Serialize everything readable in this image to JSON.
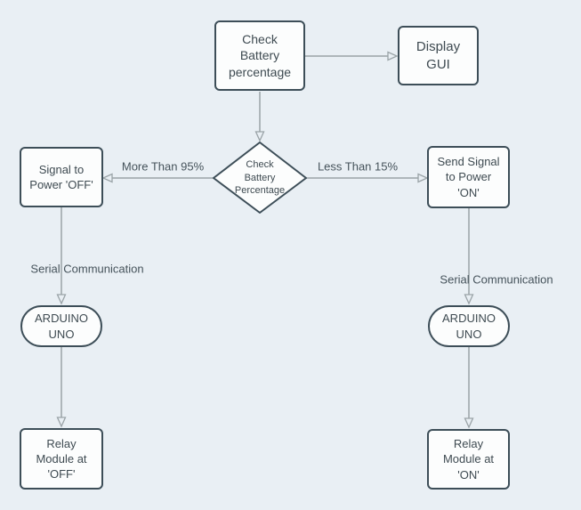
{
  "colors": {
    "background": "#e9eff4",
    "node_fill": "#fcfdfd",
    "node_border": "#3d4e58",
    "node_text": "#3e4a51",
    "connector": "#9aa3a7",
    "edge_label_text": "#46535b"
  },
  "nodes": {
    "check_battery": {
      "label": "Check\nBattery\npercentage"
    },
    "display_gui": {
      "label": "Display\nGUI"
    },
    "decision": {
      "label": "Check\nBattery\nPercentage"
    },
    "signal_off": {
      "label": "Signal to\nPower 'OFF'"
    },
    "send_on": {
      "label": "Send Signal\nto Power\n'ON'"
    },
    "arduino_left": {
      "label": "ARDUINO\nUNO"
    },
    "arduino_right": {
      "label": "ARDUINO\nUNO"
    },
    "relay_off": {
      "label": "Relay\nModule at\n'OFF'"
    },
    "relay_on": {
      "label": "Relay\nModule at\n'ON'"
    }
  },
  "edges": {
    "more_than_95": {
      "label": "More Than 95%"
    },
    "less_than_15": {
      "label": "Less Than 15%"
    },
    "serial_left": {
      "label": "Serial Communication"
    },
    "serial_right": {
      "label": "Serial Communication"
    }
  }
}
